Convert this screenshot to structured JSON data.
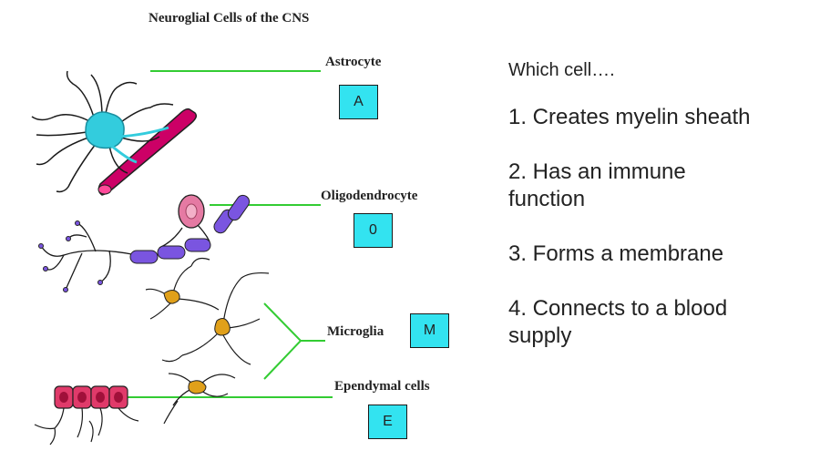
{
  "diagram": {
    "title": "Neuroglial Cells of the CNS",
    "labels": {
      "astrocyte": "Astrocyte",
      "oligodendrocyte": "Oligodendrocyte",
      "microglia": "Microglia",
      "ependymal": "Ependymal cells"
    },
    "answer_boxes": {
      "astrocyte": "A",
      "oligodendrocyte": "0",
      "microglia": "M",
      "ependymal": "E"
    },
    "colors": {
      "leader_line": "#33cc33",
      "answer_box_fill": "#33e3f0",
      "astrocyte_body": "#33ccdd",
      "blood_vessel": "#cc0066",
      "oligodendrocyte_body": "#e57aa3",
      "myelin": "#7a55e0",
      "microglia_body": "#e0a01a",
      "ependymal_cells": "#e03a6a"
    }
  },
  "questions": {
    "intro": "Which cell….",
    "items": [
      "1.  Creates myelin sheath",
      "2.  Has an immune function",
      "3.  Forms a membrane",
      "4.  Connects to a blood supply"
    ]
  }
}
